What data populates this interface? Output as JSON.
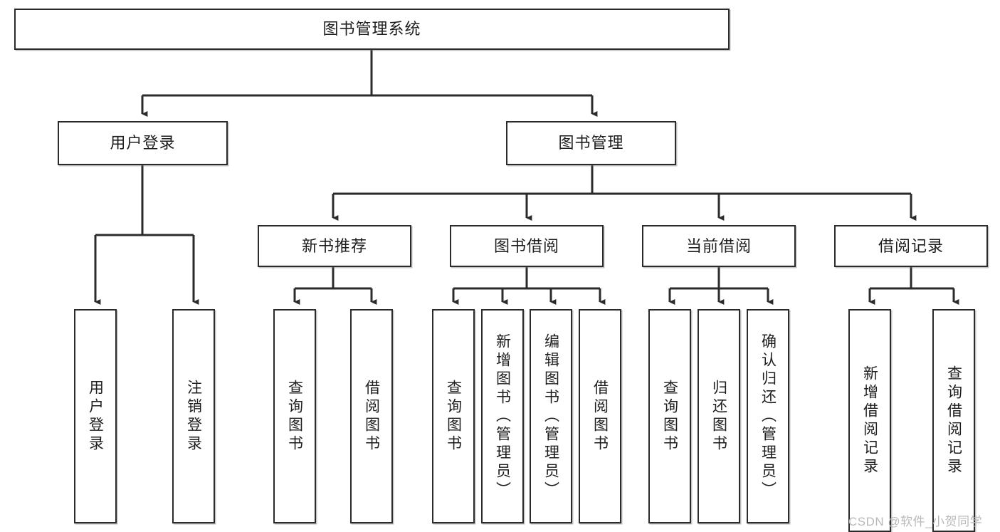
{
  "diagram": {
    "type": "tree-hierarchy-chart",
    "title": "图书管理系统",
    "stroke_color": "#2b2b2b",
    "background_color": "#ffffff",
    "text_color": "#1d1d1d",
    "root": {
      "label": "图书管理系统"
    },
    "level1": [
      {
        "label": "用户登录"
      },
      {
        "label": "图书管理"
      }
    ],
    "level2": [
      {
        "label": "新书推荐"
      },
      {
        "label": "图书借阅"
      },
      {
        "label": "当前借阅"
      },
      {
        "label": "借阅记录"
      }
    ],
    "leaves": {
      "user_login": [
        {
          "label": "用户登录"
        },
        {
          "label": "注销登录"
        }
      ],
      "new_book_recommend": [
        {
          "label": "查询图书"
        },
        {
          "label": "借阅图书"
        }
      ],
      "book_borrow": [
        {
          "label": "查询图书"
        },
        {
          "label": "新增图书（管理员）"
        },
        {
          "label": "编辑图书（管理员）"
        },
        {
          "label": "借阅图书"
        }
      ],
      "current_borrow": [
        {
          "label": "查询图书"
        },
        {
          "label": "归还图书"
        },
        {
          "label": "确认归还（管理员）"
        }
      ],
      "borrow_records": [
        {
          "label": "新增借阅记录"
        },
        {
          "label": "查询借阅记录"
        }
      ]
    }
  },
  "watermark": {
    "text": "CSDN @软件_小贺同学"
  }
}
